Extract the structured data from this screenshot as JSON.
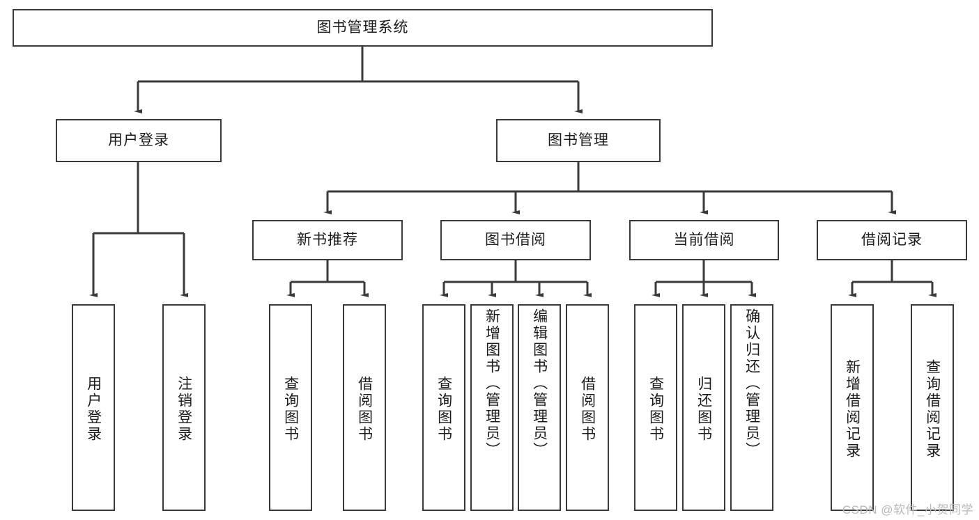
{
  "diagram": {
    "title": "图书管理系统",
    "type": "hierarchy-tree",
    "watermark": "CSDN @软件_小贺同学",
    "colors": {
      "box_border": "#3a3a3a",
      "connector": "#3a3a3a",
      "text": "#1b1b1b",
      "background": "#ffffff",
      "watermark": "#b9b9b9"
    },
    "root": {
      "label": "图书管理系统"
    },
    "level2": [
      {
        "label": "用户登录"
      },
      {
        "label": "图书管理"
      }
    ],
    "level3": [
      {
        "label": "新书推荐"
      },
      {
        "label": "图书借阅"
      },
      {
        "label": "当前借阅"
      },
      {
        "label": "借阅记录"
      }
    ],
    "leaves": {
      "user_login": [
        {
          "label": "用户登录"
        },
        {
          "label": "注销登录"
        }
      ],
      "new_book_recommend": [
        {
          "label": "查询图书"
        },
        {
          "label": "借阅图书"
        }
      ],
      "book_borrow": [
        {
          "label": "查询图书"
        },
        {
          "label": "新增图书（管理员）"
        },
        {
          "label": "编辑图书（管理员）"
        },
        {
          "label": "借阅图书"
        }
      ],
      "current_borrow": [
        {
          "label": "查询图书"
        },
        {
          "label": "归还图书"
        },
        {
          "label": "确认归还（管理员）"
        }
      ],
      "borrow_record": [
        {
          "label": "新增借阅记录"
        },
        {
          "label": "查询借阅记录"
        }
      ]
    }
  }
}
